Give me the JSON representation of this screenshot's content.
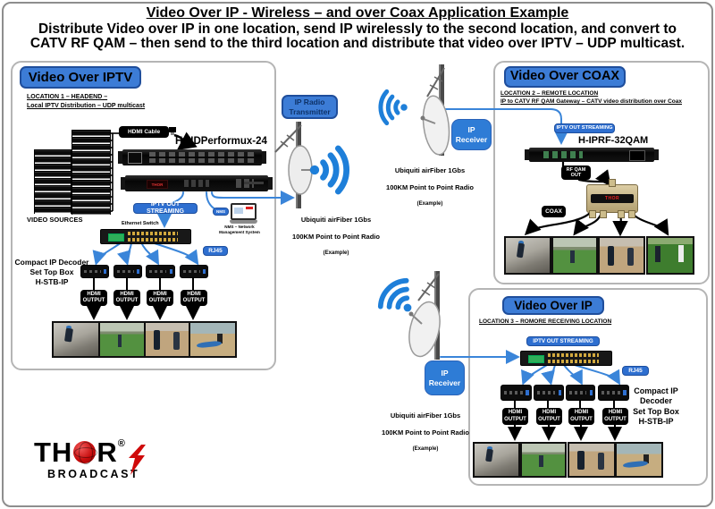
{
  "header": {
    "title": "Video Over IP - Wireless – and over Coax Application Example",
    "subtitle": "Distribute Video over IP in one location, send IP wirelessly to the second location, and convert to\nCATV RF QAM – then send to the third location and distribute that video over IPTV – UDP multicast."
  },
  "labels": {
    "iptv_out_streaming": "IPTV OUT STREAMING",
    "hdmi_output": "HDMI\nOUTPUT",
    "hdmi_cable": "HDMI Cable",
    "rj45": "RJ45",
    "nms": "NMS",
    "nms_caption": "NMS – Network\nManagement System",
    "ethernet_switch": "Ethernet Switch",
    "video_sources": "VIDEO SOURCES",
    "rf_qam_out": "RF QAM\nOUT",
    "coax": "COAX",
    "ip_radio_transmitter": "IP Radio\nTransmitter",
    "ip_receiver": "IP\nReceiver"
  },
  "radio": {
    "caption_line1": "Ubiquiti airFiber 1Gbs",
    "caption_line2": "100KM Point to Point Radio",
    "caption_line3": "(Example)"
  },
  "sections": {
    "iptv": {
      "title": "Video Over IPTV",
      "location": "LOCATION 1 – HEADEND –\nLocal IPTV Distribution – UDP multicast",
      "encoder_name": "H-HDPerformux-24",
      "decoder_caption": "Compact IP Decoder\nSet Top Box\nH-STB-IP"
    },
    "coax": {
      "title": "Video Over COAX",
      "location": "LOCATION 2 – REMOTE LOCATION\nIP to CATV RF QAM  Gateway – CATV video distribution over Coax",
      "gateway_name": "H-IPRF-32QAM"
    },
    "ip": {
      "title": "Video Over IP",
      "location": "LOCATION 3 –  ROMORE RECEIVING LOCATION",
      "decoder_caption": "Compact IP\nDecoder\nSet Top Box\nH-STB-IP"
    }
  },
  "logo": {
    "brand_left": "TH",
    "brand_right": "R",
    "registered": "®",
    "sub": "BROADCAST",
    "name": "THOR"
  },
  "colors": {
    "accent_blue": "#3c7cd6",
    "pill_blue": "#2e6fd0",
    "pill_border": "#1d4f9f",
    "wifi_blue": "#1e7fd9",
    "line_blue": "#3a85d9",
    "thor_red": "#cf0a0a"
  }
}
